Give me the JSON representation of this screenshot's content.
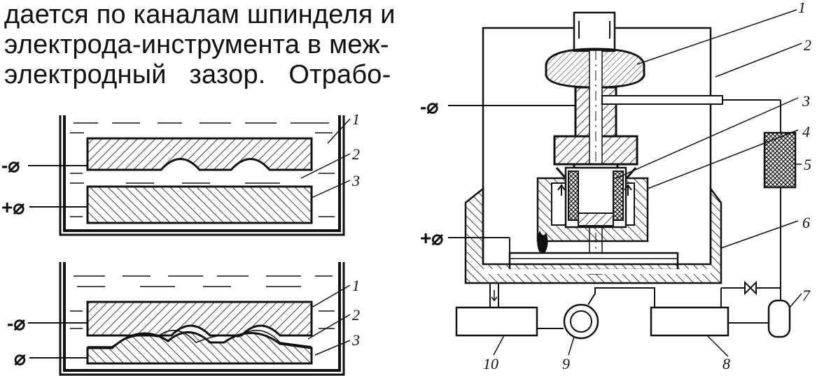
{
  "text_lines": [
    "дается по каналам шпинделя и",
    "электрода-инструмента в меж-",
    "электродный зазор. Отрабо-"
  ],
  "fig_top": {
    "signs": [
      "-⌀",
      "+⌀"
    ],
    "labels": [
      "1",
      "2",
      "3"
    ]
  },
  "fig_bottom": {
    "signs": [
      "-⌀",
      "⌀"
    ],
    "labels": [
      "1",
      "2",
      "3"
    ]
  },
  "fig_right": {
    "signs": [
      "-⌀",
      "+⌀"
    ],
    "labels": [
      "1",
      "2",
      "3",
      "4",
      "5",
      "6",
      "7",
      "8",
      "9",
      "10"
    ]
  }
}
